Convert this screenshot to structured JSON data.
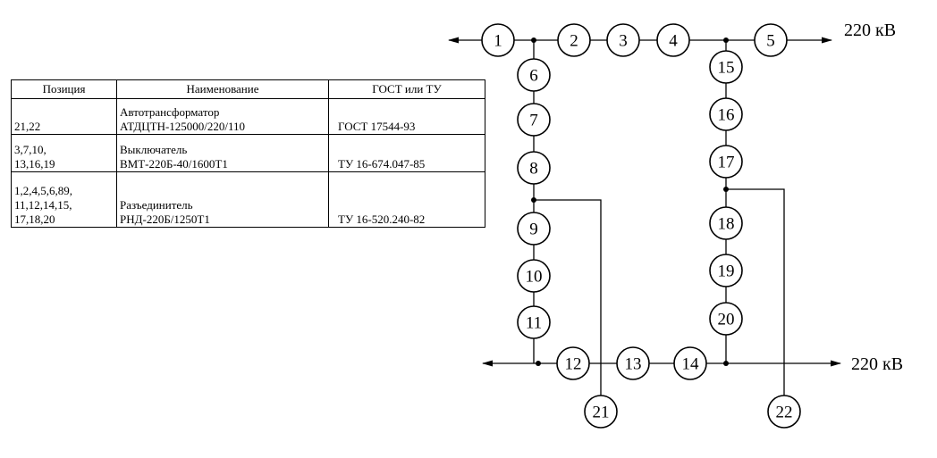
{
  "table": {
    "headers": [
      "Позиция",
      "Наименование",
      "ГОСТ или ТУ"
    ],
    "rows": [
      {
        "position": [
          "21,22"
        ],
        "name": [
          "Автотрансформатор",
          "АТДЦТН-125000/220/110"
        ],
        "standard": [
          "ГОСТ 17544-93"
        ]
      },
      {
        "position": [
          "3,7,10,",
          "13,16,19"
        ],
        "name": [
          "Выключатель",
          "ВМТ-220Б-40/1600Т1"
        ],
        "standard": [
          "ТУ 16-674.047-85"
        ]
      },
      {
        "position": [
          "1,2,4,5,6,89,",
          "11,12,14,15,",
          "17,18,20"
        ],
        "name": [
          "Разъединитель",
          "РНД-220Б/1250Т1"
        ],
        "standard": [
          "ТУ 16-520.240-82"
        ]
      }
    ]
  },
  "diagram": {
    "upper_bus_label": "220 кВ",
    "lower_bus_label": "220 кВ",
    "node_labels": [
      "1",
      "2",
      "3",
      "4",
      "5",
      "6",
      "7",
      "8",
      "9",
      "10",
      "11",
      "12",
      "13",
      "14",
      "15",
      "16",
      "17",
      "18",
      "19",
      "20",
      "21",
      "22"
    ]
  }
}
